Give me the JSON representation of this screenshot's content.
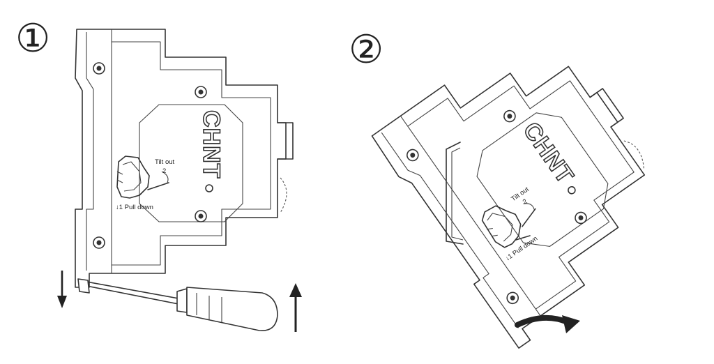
{
  "steps": [
    {
      "number": "①",
      "action_down": "↓1 Pull down",
      "action_tilt": "Tilt out",
      "tilt_number": "2",
      "brand": "CHNT"
    },
    {
      "number": "②",
      "action_down": "↓1 Pull down",
      "action_tilt": "Tilt out",
      "tilt_number": "2",
      "brand": "CHNT"
    }
  ],
  "colors": {
    "line": "#333333",
    "background": "#ffffff",
    "arrow": "#222222"
  },
  "icons": [
    "screwdriver-icon",
    "arrow-down-icon",
    "arrow-up-icon",
    "curved-arrow-icon",
    "din-rail-icon"
  ]
}
